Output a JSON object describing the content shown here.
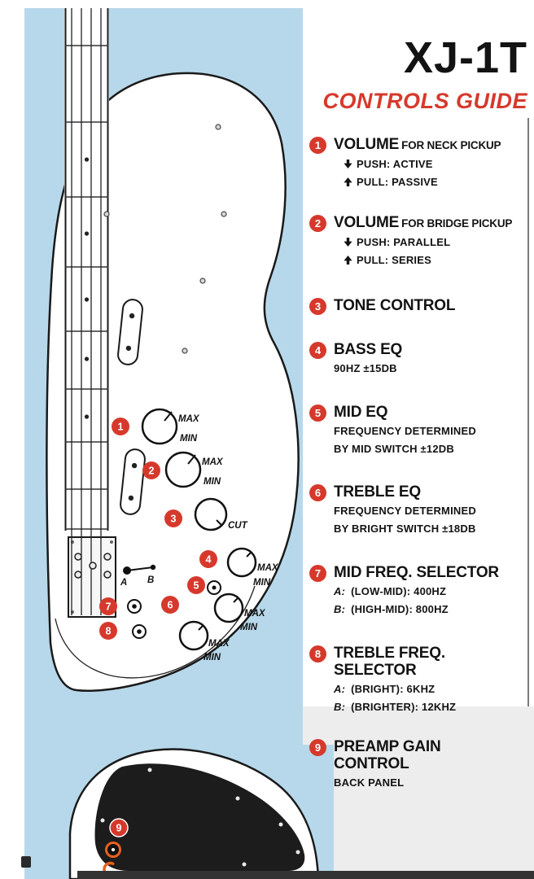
{
  "title": "XJ-1T",
  "subtitle": "CONTROLS GUIDE",
  "colors": {
    "accent_red": "#d6392c",
    "panel_blue": "#b7d8ea",
    "knob_orange": "#e8611c"
  },
  "legend": [
    {
      "num": "1",
      "heading": "VOLUME",
      "suffix": "FOR NECK PICKUP",
      "lines": [
        {
          "arrow": "down",
          "text": "PUSH: ACTIVE"
        },
        {
          "arrow": "up",
          "text": "PULL: PASSIVE"
        }
      ]
    },
    {
      "num": "2",
      "heading": "VOLUME",
      "suffix": "FOR BRIDGE PICKUP",
      "lines": [
        {
          "arrow": "down",
          "text": "PUSH: PARALLEL"
        },
        {
          "arrow": "up",
          "text": "PULL: SERIES"
        }
      ]
    },
    {
      "num": "3",
      "heading": "TONE CONTROL",
      "lines": []
    },
    {
      "num": "4",
      "heading": "BASS EQ",
      "lines": [
        {
          "text": "90HZ ±15DB"
        }
      ]
    },
    {
      "num": "5",
      "heading": "MID EQ",
      "lines": [
        {
          "text": "FREQUENCY DETERMINED"
        },
        {
          "text": "BY MID SWITCH ±12DB"
        }
      ]
    },
    {
      "num": "6",
      "heading": "TREBLE EQ",
      "lines": [
        {
          "text": "FREQUENCY DETERMINED"
        },
        {
          "text": "BY BRIGHT SWITCH ±18DB"
        }
      ]
    },
    {
      "num": "7",
      "heading": "MID FREQ. SELECTOR",
      "lines": [
        {
          "prefix": "A:",
          "text": "(LOW-MID): 400HZ"
        },
        {
          "prefix": "B:",
          "text": "(HIGH-MID): 800HZ"
        }
      ]
    },
    {
      "num": "8",
      "heading": "TREBLE FREQ. SELECTOR",
      "lines": [
        {
          "prefix": "A:",
          "text": "(BRIGHT): 6KHZ"
        },
        {
          "prefix": "B:",
          "text": "(BRIGHTER): 12KHZ"
        }
      ]
    },
    {
      "num": "9",
      "heading": "PREAMP GAIN CONTROL",
      "lines": [
        {
          "text": "BACK PANEL"
        }
      ]
    }
  ],
  "diagram": {
    "max": "MAX",
    "min": "MIN",
    "cut": "CUT",
    "switch_a": "A",
    "switch_b": "B",
    "badges": [
      "1",
      "2",
      "3",
      "4",
      "5",
      "6",
      "7",
      "8",
      "9"
    ]
  }
}
